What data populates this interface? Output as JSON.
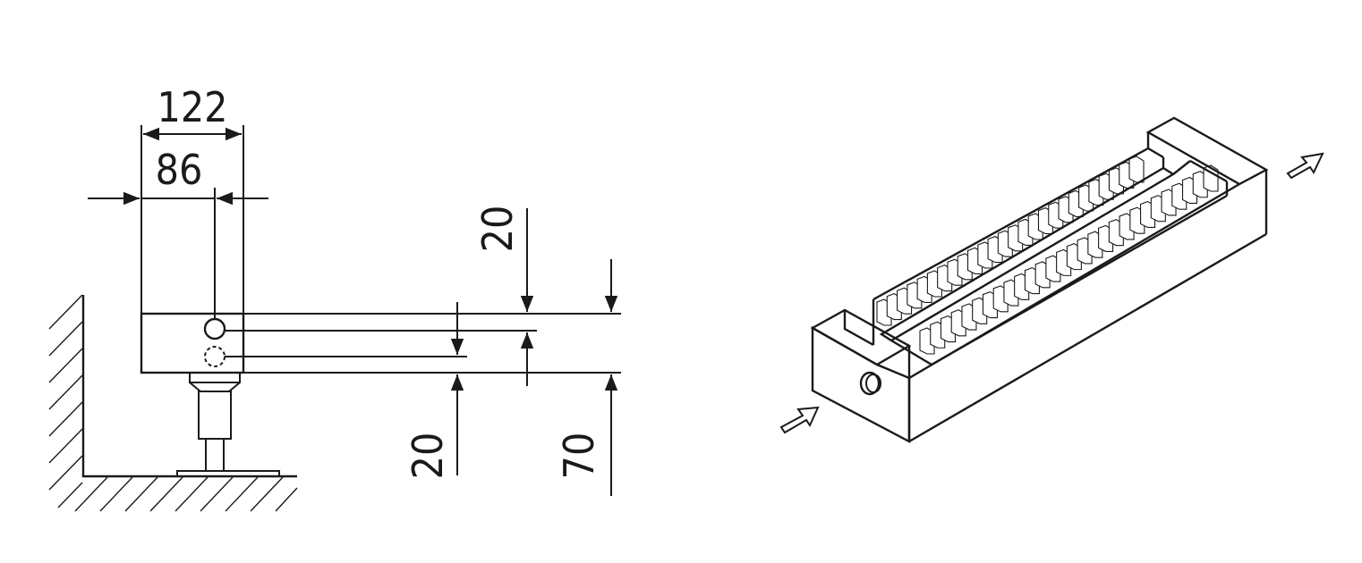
{
  "dimensions": {
    "overall_width": "122",
    "connection_offset": "86",
    "top_to_pipe": "20",
    "pipe_to_bottom": "20",
    "total_height": "70"
  },
  "colors": {
    "line": "#1a1a1a",
    "background": "#ffffff"
  }
}
